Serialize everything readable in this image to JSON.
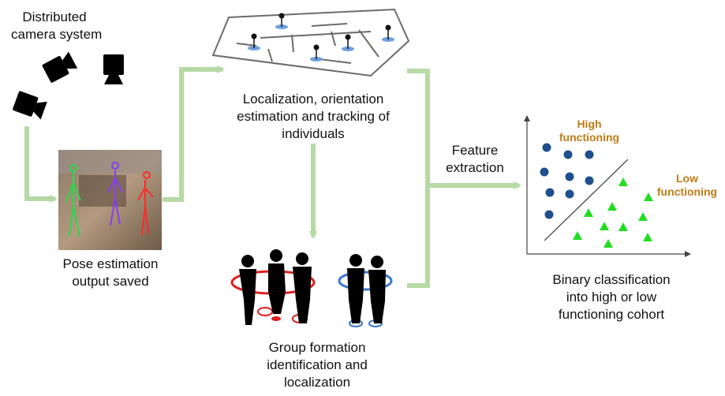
{
  "labels": {
    "camera_line1": "Distributed",
    "camera_line2": "camera system",
    "pose_line1": "Pose estimation",
    "pose_line2": "output saved",
    "loc_line1": "Localization, orientation",
    "loc_line2": "estimation and tracking of",
    "loc_line3": "individuals",
    "feat_line1": "Feature",
    "feat_line2": "extraction",
    "group_line1": "Group formation",
    "group_line2": "identification and",
    "group_line3": "localization",
    "bin_line1": "Binary classification",
    "bin_line2": "into high or low",
    "bin_line3": "functioning cohort"
  },
  "classes": {
    "high_line1": "High",
    "high_line2": "functioning",
    "low_line1": "Low",
    "low_line2": "functioning"
  },
  "colors": {
    "arrow": "#b7d9a5",
    "high_points": "#1f4f8f",
    "low_points": "#22dd22",
    "class_label": "#c07a14",
    "group_red": "#e02020",
    "group_blue": "#3a78c8",
    "marker_blue": "#6f9fdc"
  },
  "icons": {
    "camera": "video-camera-icon",
    "person": "person-silhouette-icon",
    "map_marker": "map-pin-icon"
  }
}
